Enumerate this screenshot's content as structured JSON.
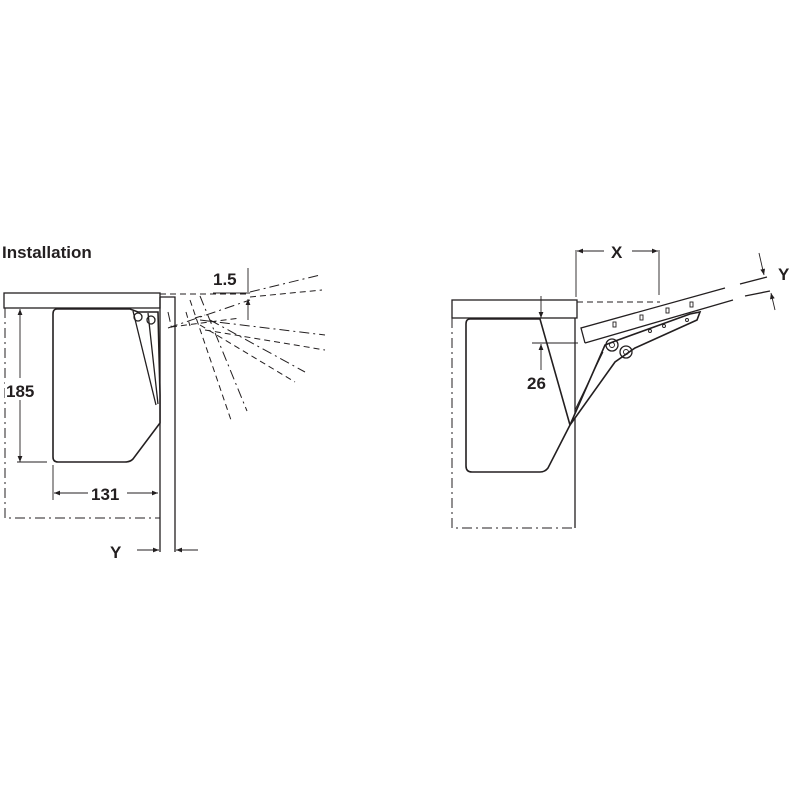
{
  "title": "Installation",
  "left_view": {
    "height_dim": "185",
    "width_dim": "131",
    "gap_dim": "1.5",
    "offset_label": "Y"
  },
  "right_view": {
    "x_label": "X",
    "y_label": "Y",
    "offset_dim": "26"
  },
  "colors": {
    "line": "#231f20",
    "background": "#ffffff"
  }
}
